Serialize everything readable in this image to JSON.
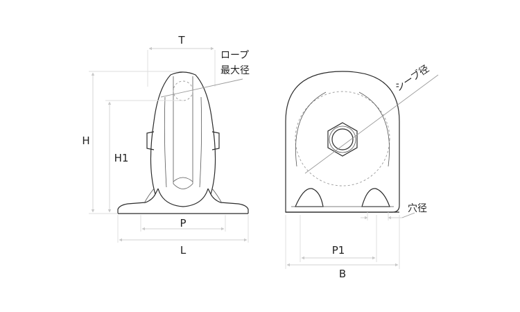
{
  "labels": {
    "T": "T",
    "H": "H",
    "H1": "H1",
    "P": "P",
    "L": "L",
    "rope_line1": "ロープ",
    "rope_line2": "最大径",
    "sheave": "シーブ径",
    "hole": "穴径",
    "P1": "P1",
    "B": "B"
  }
}
